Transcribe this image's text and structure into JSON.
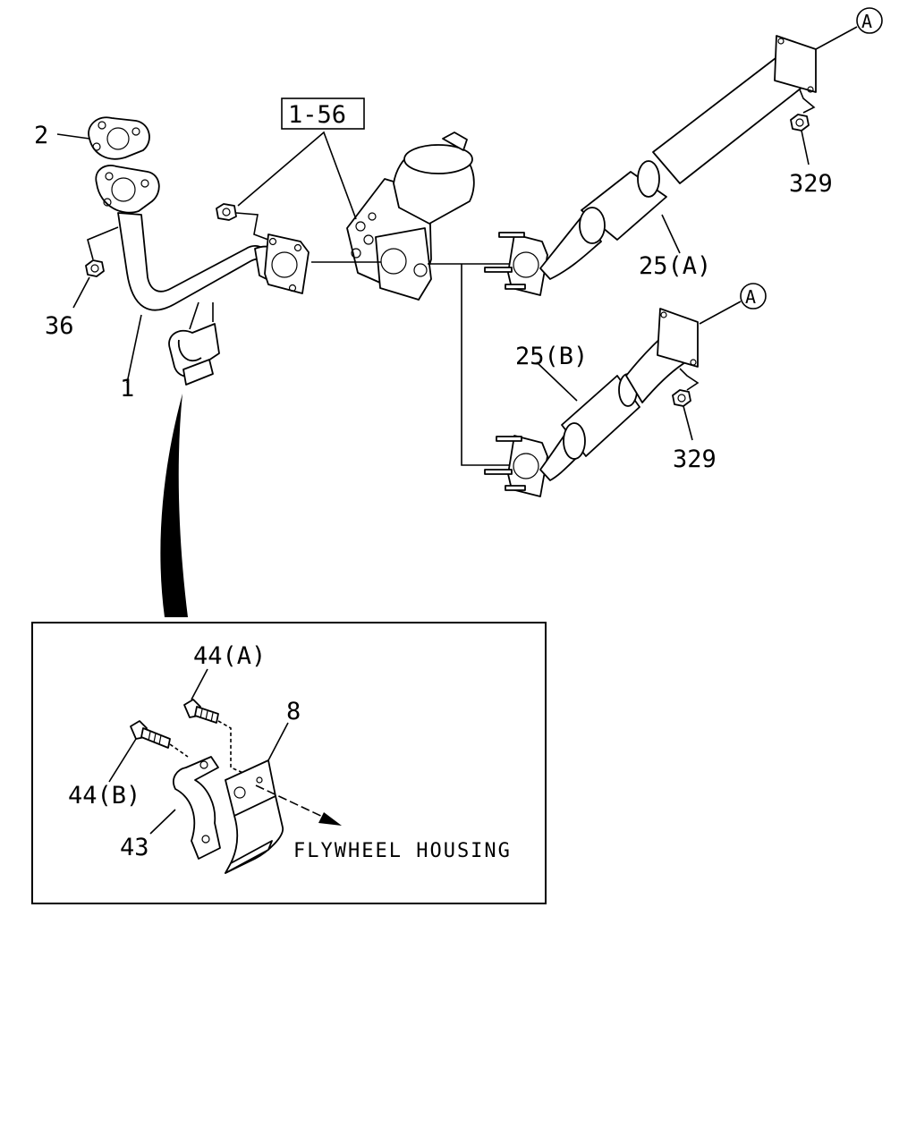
{
  "labels": {
    "ref_box": "1-56",
    "p2": "2",
    "p36": "36",
    "p1": "1",
    "p25a": "25(A)",
    "p25b": "25(B)",
    "p329_top": "329",
    "p329_bottom": "329",
    "circle_a_top": "A",
    "circle_a_bottom": "A",
    "p44a": "44(A)",
    "p44b": "44(B)",
    "p8": "8",
    "p43": "43",
    "flywheel": "FLYWHEEL HOUSING"
  }
}
